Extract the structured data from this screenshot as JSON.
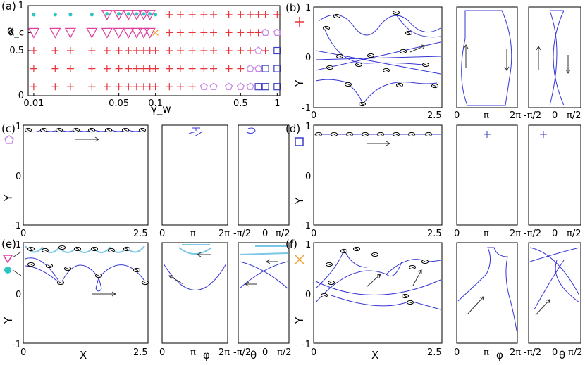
{
  "chart_data": [
    {
      "type": "scatter",
      "panel": "(a)",
      "ylabel": "α",
      "ytick_labels": [
        "0",
        "0.5",
        "α_c",
        "1"
      ],
      "xlabel": "γ̇_w",
      "xtick_labels": [
        "0.01",
        "0.05",
        "0.1",
        "0.5",
        "1"
      ],
      "x_scale": "log",
      "xlim": [
        0.009,
        1.05
      ],
      "ylim": [
        0,
        1
      ],
      "alpha_c": 0.7,
      "gammas": [
        0.01,
        0.015,
        0.02,
        0.03,
        0.04,
        0.05,
        0.06,
        0.07,
        0.08,
        0.09,
        0.1,
        0.13,
        0.16,
        0.2,
        0.25,
        0.3,
        0.4,
        0.5,
        0.6,
        0.7,
        0.8,
        1.0
      ],
      "alphas": [
        0.1,
        0.3,
        0.5,
        0.7,
        0.9
      ],
      "grid_symbols": [
        [
          "+",
          "+",
          "+",
          "+",
          "+",
          "+",
          "+",
          "+",
          "+",
          "+",
          "+",
          "+",
          "+",
          "+",
          "pent",
          "pent",
          "pent",
          "pent",
          "pent",
          "sq",
          "sq",
          "sq"
        ],
        [
          "+",
          "+",
          "+",
          "+",
          "+",
          "+",
          "+",
          "+",
          "+",
          "+",
          "+",
          "+",
          "+",
          "+",
          "+",
          "+",
          "+",
          "+",
          "pent",
          "pent",
          "sq",
          "sq"
        ],
        [
          "+",
          "+",
          "+",
          "+",
          "+",
          "+",
          "+",
          "+",
          "+",
          "+",
          "+",
          "+",
          "+",
          "+",
          "+",
          "+",
          "+",
          "+",
          "+",
          "pent",
          "+",
          "sq"
        ],
        [
          "tri",
          "tri",
          "tri",
          "tri",
          "tri",
          "tri",
          "tri",
          "tri",
          "tri",
          "tri",
          "X",
          "+",
          "+",
          "+",
          "+",
          "+",
          "+",
          "+",
          "+",
          "+",
          "pent",
          "pent"
        ],
        [
          "dot",
          "dot",
          "dot",
          "dot",
          "tri_dot",
          "tri_dot",
          "tri_dot",
          "tri_dot",
          "tri_dot",
          "tri_dot",
          "dot",
          "+",
          "+",
          "+",
          "+",
          "+",
          "+",
          "+",
          "+",
          "+",
          "+",
          "+"
        ]
      ],
      "legend": [
        {
          "symbol": "+",
          "panel": "(b)",
          "color": "#e8333a"
        },
        {
          "symbol": "pentagon",
          "panel": "(c)",
          "color": "#c98ae6"
        },
        {
          "symbol": "square",
          "panel": "(d)",
          "color": "#3d3dc8"
        },
        {
          "symbol": "triangle",
          "panel": "(e)",
          "color": "#e040a0"
        },
        {
          "symbol": "dot",
          "panel": "(e)",
          "color": "#2ec4c4"
        },
        {
          "symbol": "X",
          "panel": "(f)",
          "color": "#f0a030"
        }
      ]
    },
    {
      "type": "line",
      "panel": "(b)",
      "ylabel": "Y",
      "xlim": [
        0,
        2.5
      ],
      "ylim": [
        -1,
        1
      ],
      "phi_ticks": [
        "0",
        "π",
        "2π"
      ],
      "theta_ticks": [
        "-π/2",
        "0",
        "π/2"
      ]
    },
    {
      "type": "line",
      "panel": "(c)",
      "ylabel": "Y",
      "xlim": [
        0,
        2.5
      ],
      "ylim": [
        -1,
        1
      ]
    },
    {
      "type": "line",
      "panel": "(d)",
      "ylabel": "Y",
      "xlim": [
        0,
        2.5
      ],
      "ylim": [
        -1,
        1
      ]
    },
    {
      "type": "line",
      "panel": "(e)",
      "xlabel": "X",
      "ylabel": "Y",
      "phi_label": "φ",
      "theta_label": "θ",
      "xlim": [
        0,
        2.5
      ],
      "ylim": [
        -1,
        1
      ]
    },
    {
      "type": "line",
      "panel": "(f)",
      "xlabel": "X",
      "ylabel": "Y",
      "phi_label": "φ",
      "theta_label": "θ",
      "xlim": [
        0,
        2.5
      ],
      "ylim": [
        -1,
        1
      ]
    }
  ],
  "labels": {
    "a": "(a)",
    "b": "(b)",
    "c": "(c)",
    "d": "(d)",
    "e": "(e)",
    "f": "(f)",
    "Y": "Y",
    "X": "X",
    "phi": "φ",
    "theta": "θ",
    "x0": "0",
    "x25": "2.5",
    "y1": "1",
    "y0": "0",
    "ym1": "-1",
    "p0": "0",
    "ppi": "π",
    "p2pi": "2π",
    "tm": "-π/2",
    "t0": "0",
    "tp": "π/2"
  },
  "colors": {
    "plus": "#e8333a",
    "pentagon": "#c98ae6",
    "square": "#3d3dc8",
    "triangle": "#e040a0",
    "dot": "#2ec4c4",
    "cross": "#f0a030",
    "trajectory": "#3535d6",
    "trajectory_light": "#7ac7e6"
  }
}
